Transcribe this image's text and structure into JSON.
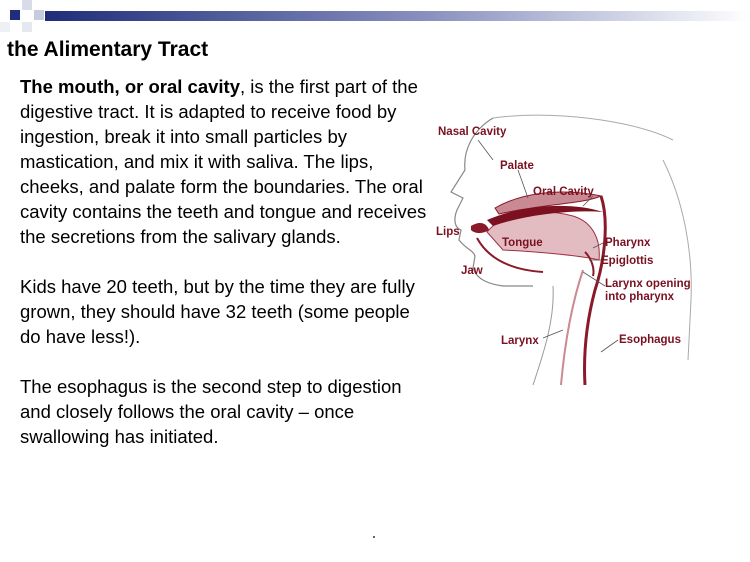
{
  "slide": {
    "title": "the Alimentary Tract",
    "paragraph1_bold": "The mouth, or oral cavity",
    "paragraph1_rest": ", is the first part of the digestive tract. It is adapted to receive food by ingestion, break it into small particles by mastication, and mix it with saliva. The lips, cheeks, and palate form the boundaries. The oral cavity contains the teeth and tongue and receives the secretions from the salivary glands.",
    "paragraph2": "Kids have 20 teeth, but by the time they are fully grown, they should have 32 teeth (some people do have less!).",
    "paragraph3": "The esophagus is the second step to digestion and closely follows the oral cavity – once swallowing has initiated."
  },
  "diagram": {
    "labels": {
      "nasal_cavity": "Nasal Cavity",
      "palate": "Palate",
      "oral_cavity": "Oral Cavity",
      "lips": "Lips",
      "tongue": "Tongue",
      "jaw": "Jaw",
      "pharynx": "Pharynx",
      "epiglottis": "Epiglottis",
      "larynx_opening_line1": "Larynx opening",
      "larynx_opening_line2": "into pharynx",
      "larynx": "Larynx",
      "esophagus": "Esophagus"
    }
  },
  "colors": {
    "accent": "#1f2d7a",
    "label": "#7a1020"
  }
}
